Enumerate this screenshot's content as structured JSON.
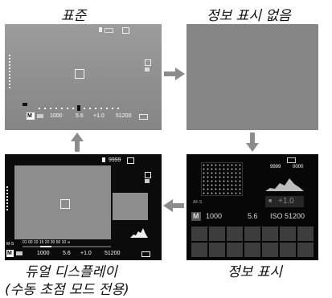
{
  "captions": {
    "standard": "표준",
    "no_info": "정보 표시 없음",
    "dual_line1": "듀얼 디스플레이",
    "dual_line2": "(수동 초점 모드 전용)",
    "info": "정보 표시"
  },
  "standard_screen": {
    "mode": "M",
    "shutter": "1000",
    "aperture": "5.6",
    "exposure_comp": "+1.0",
    "iso": "51200"
  },
  "dual_screen": {
    "frames": "9999",
    "mode": "M",
    "shutter": "1000",
    "aperture": "5.6",
    "exposure_comp": "+1.0",
    "iso": "51200",
    "distance_scale": "01 00  10  15  20  30  50  10  ∞",
    "focus_mode": "M-S"
  },
  "info_screen": {
    "frames": "9999",
    "counter": "0000",
    "exposure_comp": "+1.0",
    "mode": "M",
    "shutter": "1000",
    "aperture": "5.6",
    "iso": "ISO 51200",
    "af_label": "AF-S"
  },
  "colors": {
    "arrow": "#8c8c8c",
    "screen_standard": "#929292",
    "screen_blank": "#868686",
    "screen_dark": "#0b0b0b"
  }
}
